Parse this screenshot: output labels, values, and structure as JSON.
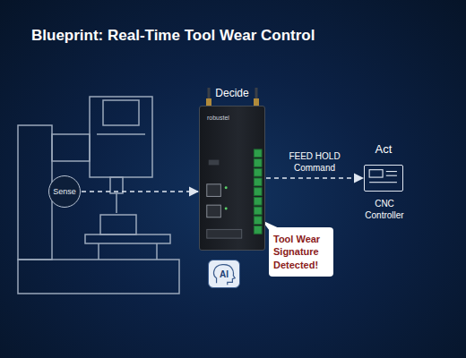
{
  "diagram": {
    "title": "Blueprint: Real-Time Tool Wear Control",
    "nodes": [
      {
        "text": [
          "Sense"
        ]
      },
      {
        "text": [
          "Decide",
          "robustel"
        ]
      },
      {
        "text": [
          "Act",
          "CNC Controller"
        ]
      },
      {
        "text": [
          "Tool Wear Signature Detected!"
        ]
      },
      {
        "text": [
          "AI"
        ]
      }
    ],
    "edges": [
      {
        "from": 0,
        "to": 1,
        "arrow": "to"
      },
      {
        "from": 1,
        "to": 2,
        "label": "FEED HOLD Command",
        "arrow": "to"
      }
    ]
  }
}
